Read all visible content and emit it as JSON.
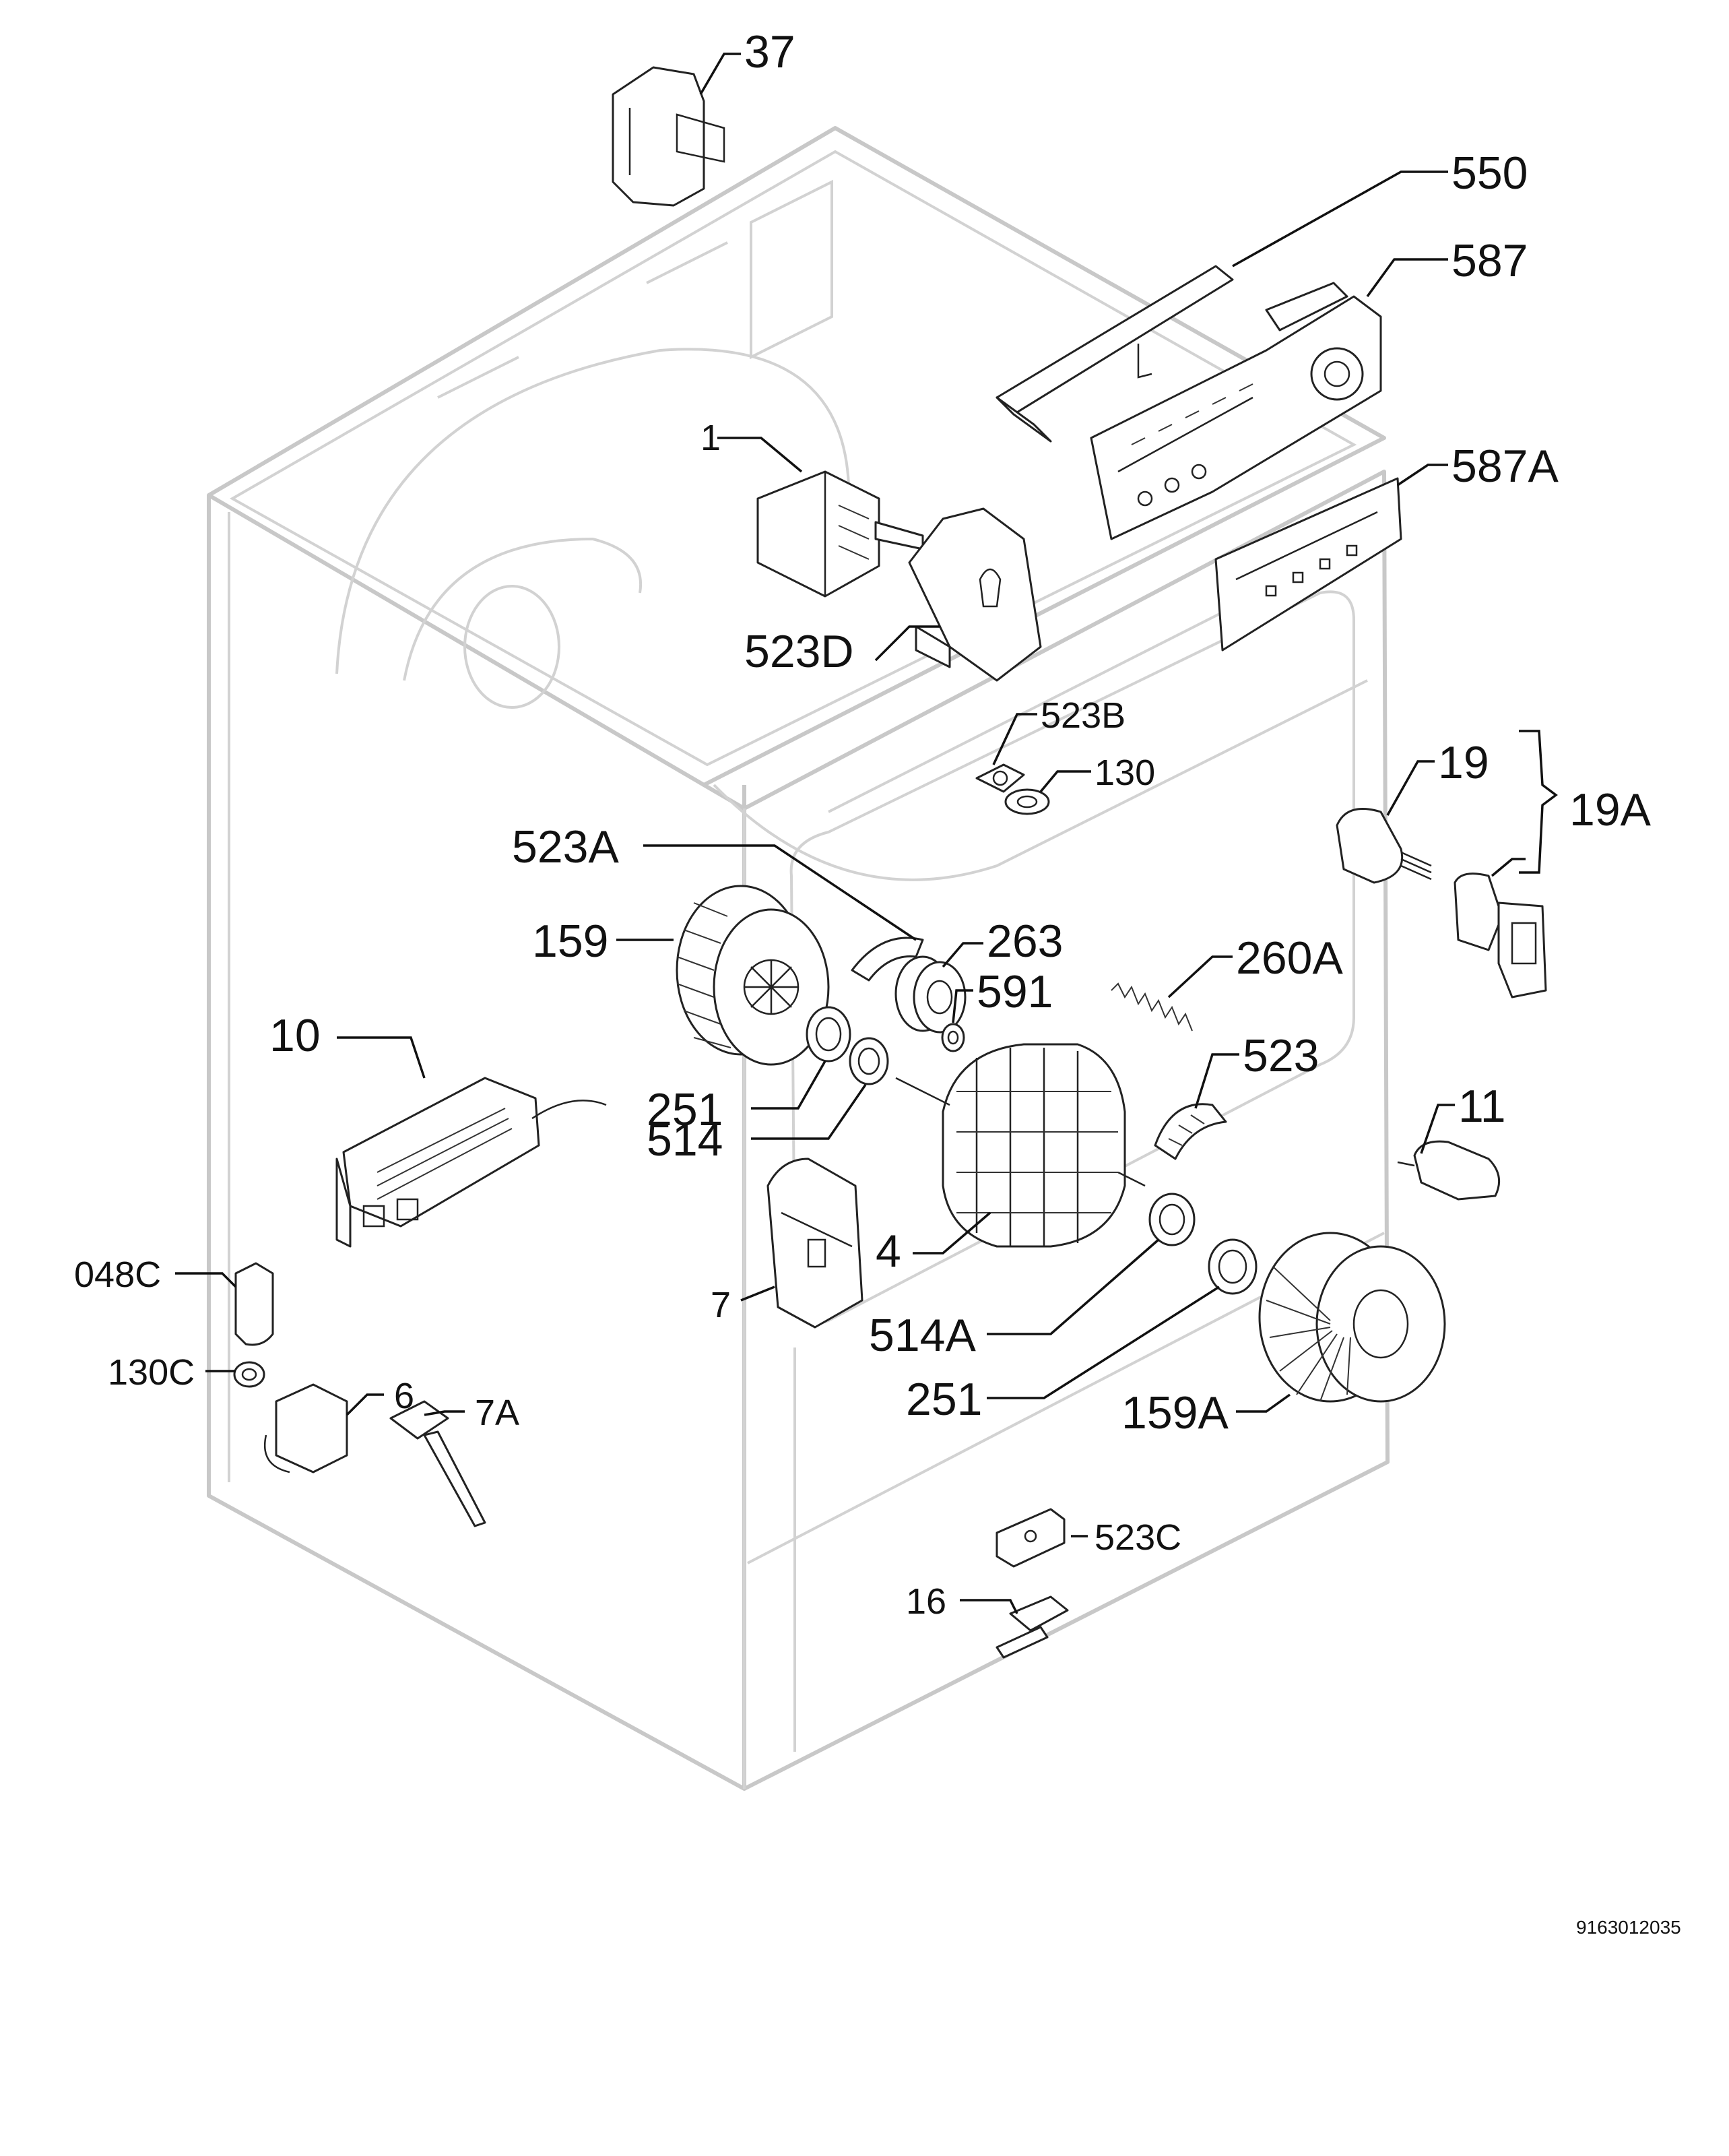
{
  "document_number": "9163012035",
  "callouts": {
    "c37": "37",
    "c550": "550",
    "c587": "587",
    "c587A": "587A",
    "c1": "1",
    "c523D": "523D",
    "c523B": "523B",
    "c130": "130",
    "c19": "19",
    "c19A": "19A",
    "c523A": "523A",
    "c159": "159",
    "c263": "263",
    "c591": "591",
    "c260A": "260A",
    "c10": "10",
    "c251a": "251",
    "c514": "514",
    "c523": "523",
    "c11": "11",
    "c4": "4",
    "c048C": "048C",
    "c7": "7",
    "c514A": "514A",
    "c251b": "251",
    "c159A": "159A",
    "c130C": "130C",
    "c6": "6",
    "c7A": "7A",
    "c523C": "523C",
    "c16": "16"
  }
}
